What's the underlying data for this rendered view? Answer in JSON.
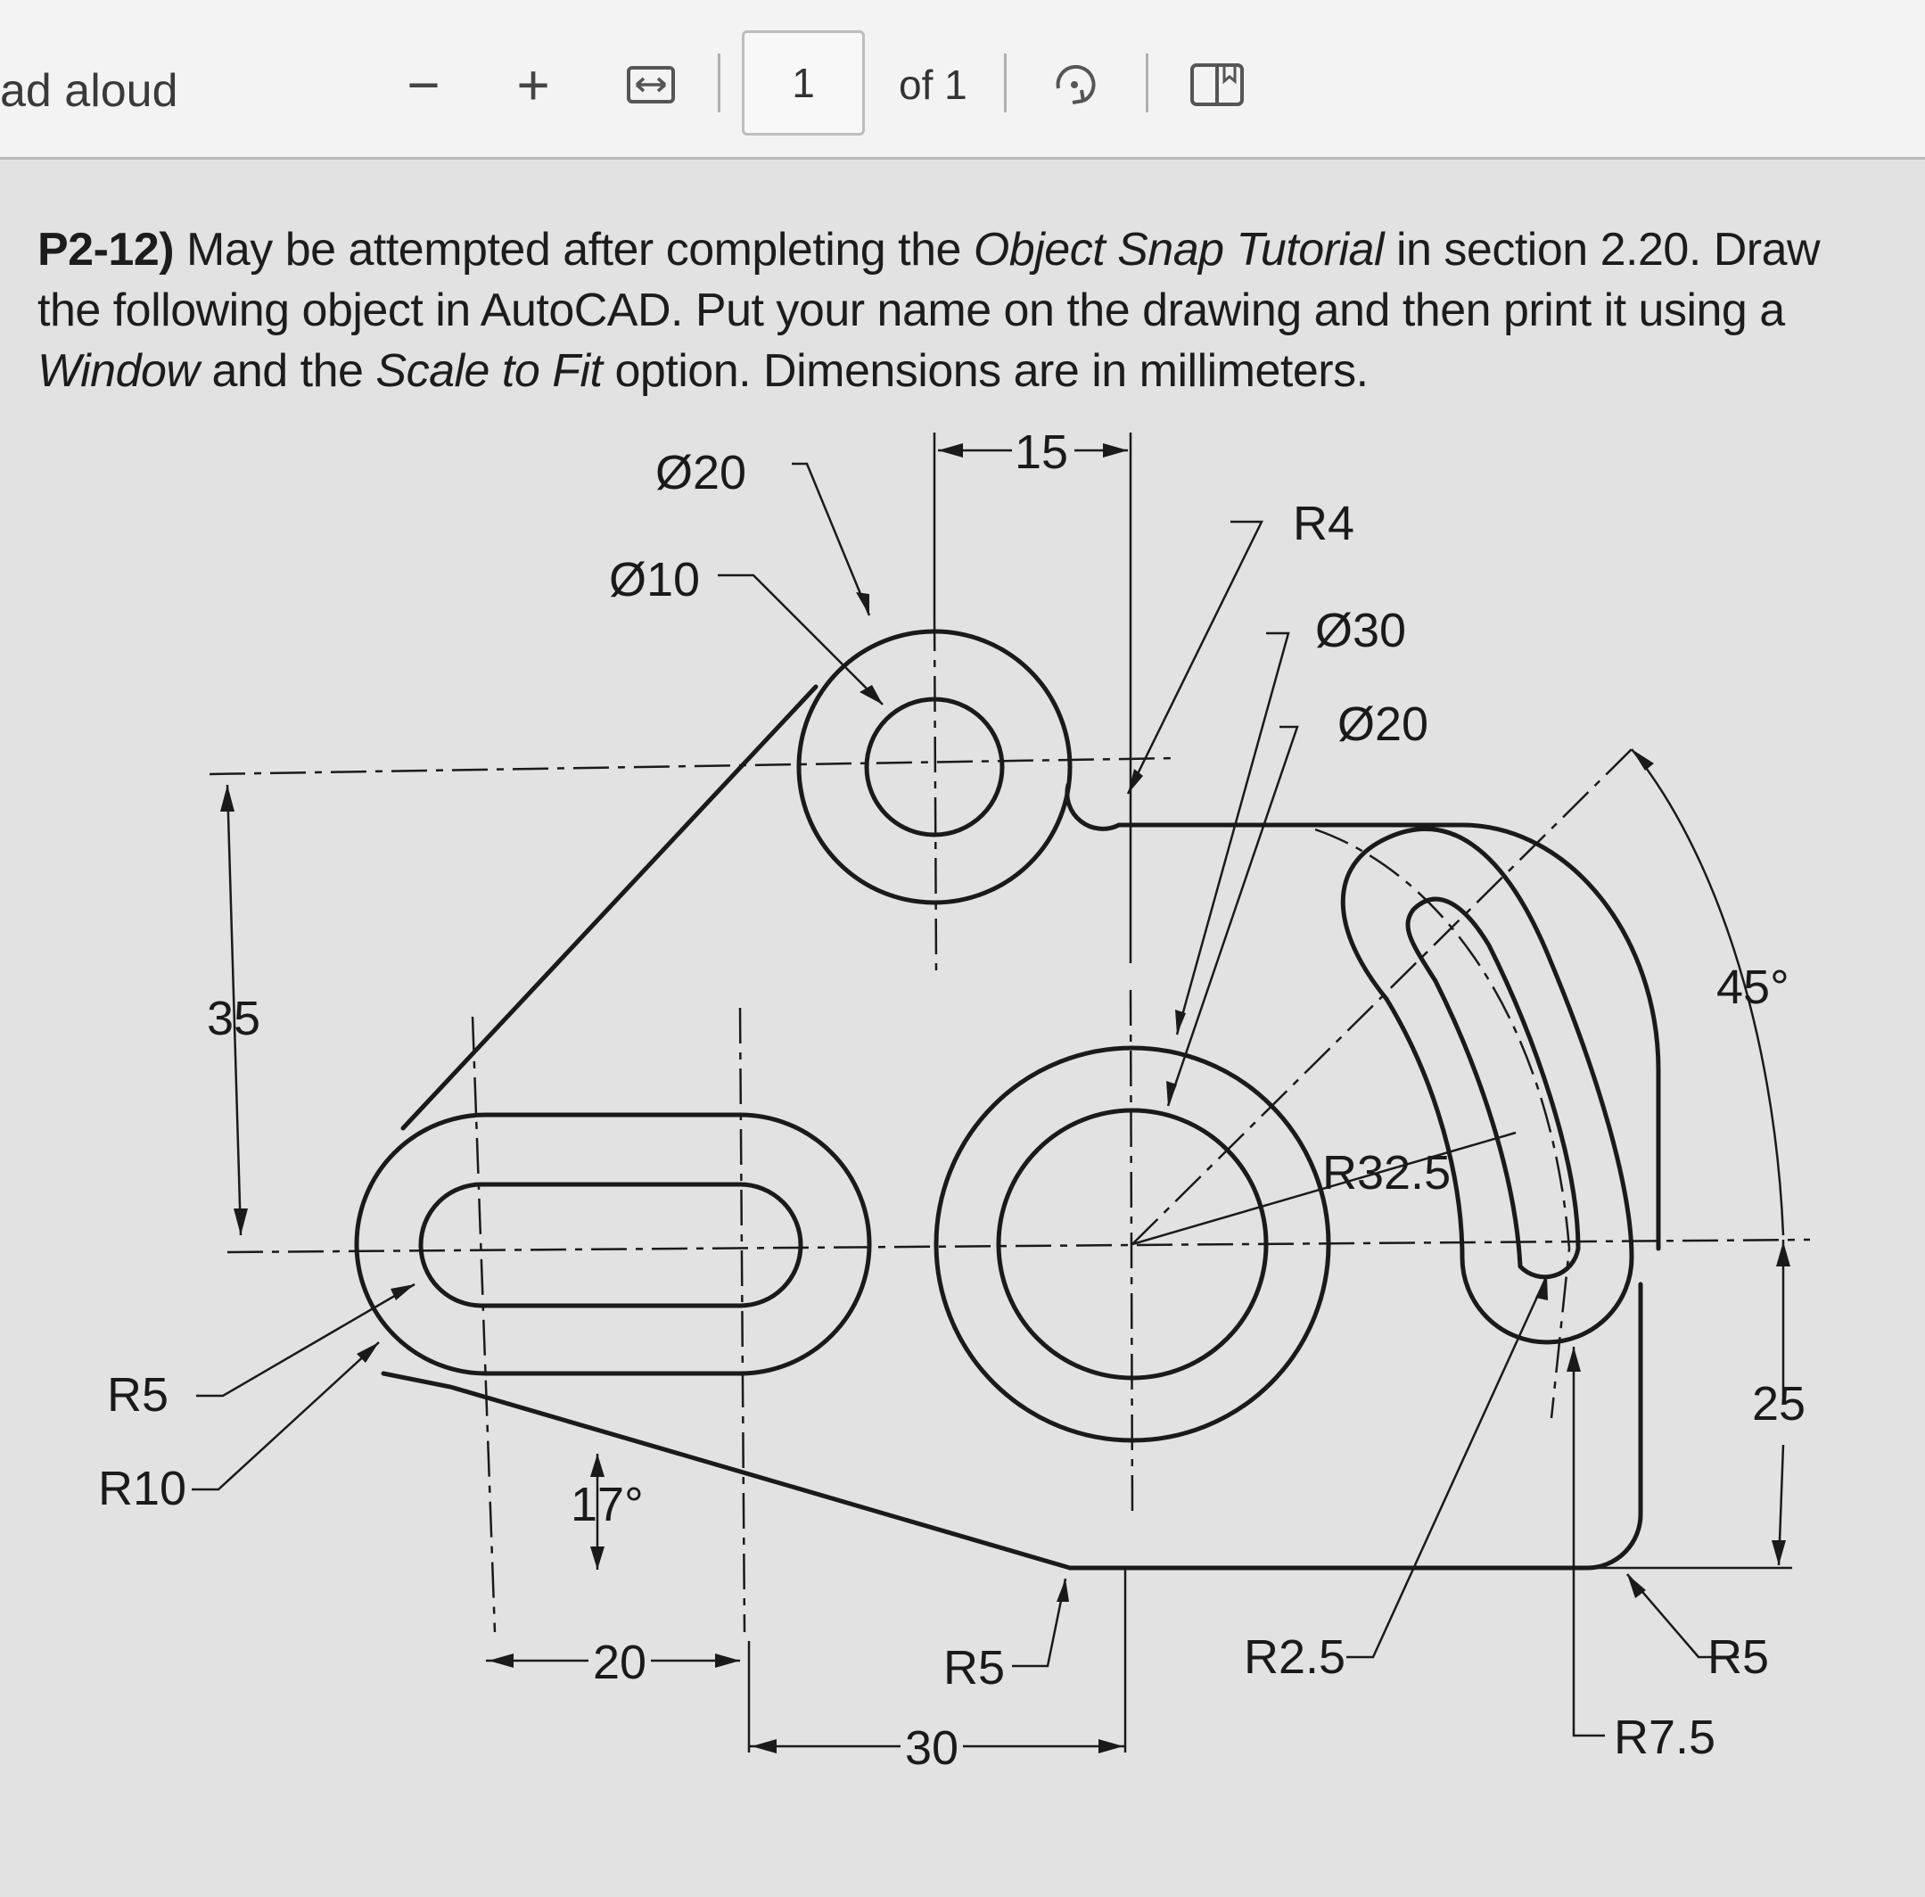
{
  "toolbar": {
    "read_aloud": "ad aloud",
    "zoom_out": "−",
    "zoom_in": "+",
    "fit_width_icon": "fit-width-icon",
    "current_page": "1",
    "page_total": "of 1",
    "rotate_icon": "rotate-icon",
    "two_page_icon": "two-page-view-icon"
  },
  "problem": {
    "number": "P2-12)",
    "text1": " May be attempted after completing the ",
    "italic1": "Object Snap Tutorial",
    "text2": " in section 2.20.  Draw the following object in AutoCAD.  Put your name on the drawing and then print it using a ",
    "italic2": "Window",
    "text3": " and the ",
    "italic3": "Scale to Fit",
    "text4": " option.  Dimensions are in millimeters."
  },
  "dimensions": {
    "dia20_top": "Ø20",
    "dia10_top": "Ø10",
    "d15": "15",
    "r4": "R4",
    "dia30": "Ø30",
    "dia20_right": "Ø20",
    "d35": "35",
    "d45": "45°",
    "r32_5": "R32.5",
    "r5_left": "R5",
    "r10": "R10",
    "a17": "17°",
    "d25": "25",
    "d20": "20",
    "r5_bottom": "R5",
    "r2_5": "R2.5",
    "r5_right": "R5",
    "d30": "30",
    "r7_5": "R7.5"
  }
}
